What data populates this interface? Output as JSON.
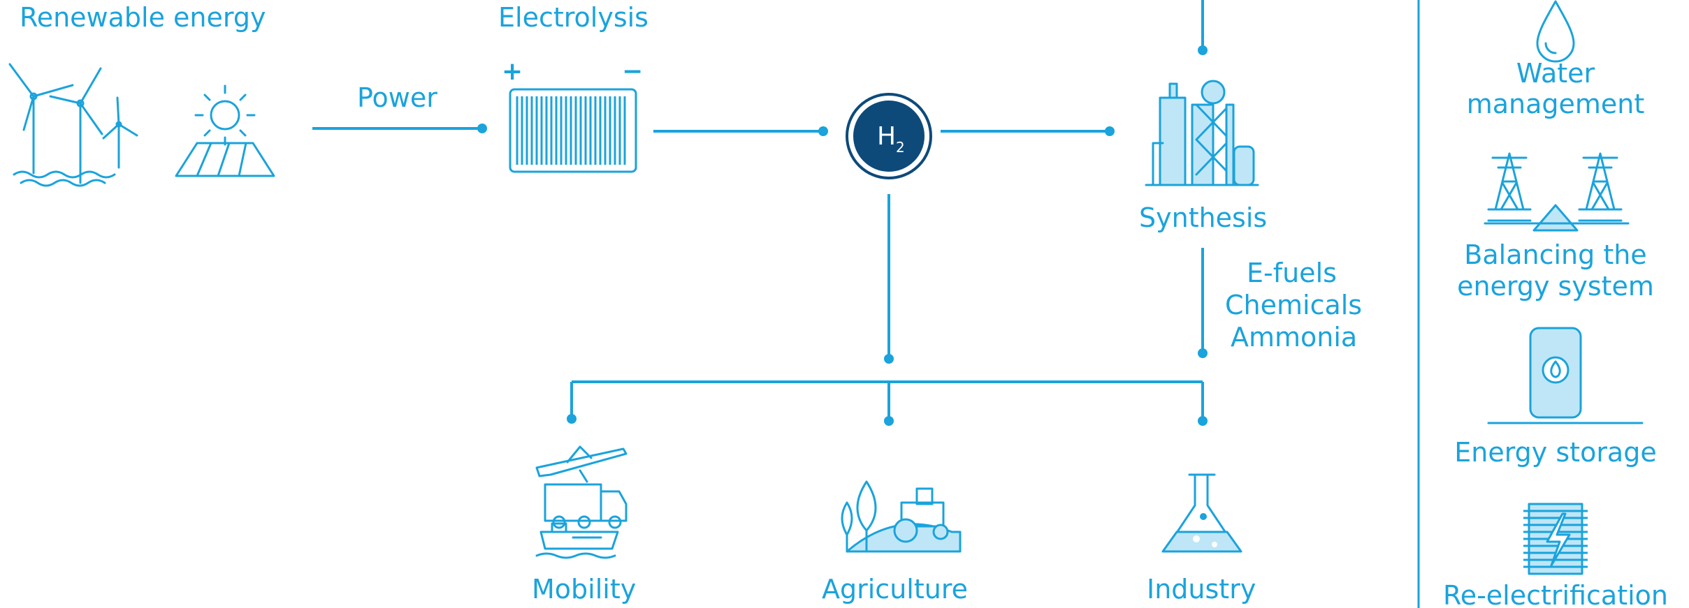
{
  "labels": {
    "renewable": "Renewable energy",
    "electrolysis": "Electrolysis",
    "power": "Power",
    "h2_main": "H",
    "h2_sub": "2",
    "synthesis": "Synthesis",
    "efuels": "E-fuels",
    "chemicals": "Chemicals",
    "ammonia": "Ammonia",
    "mobility": "Mobility",
    "agriculture": "Agriculture",
    "industry": "Industry",
    "plus": "+",
    "minus": "−"
  },
  "sidebar": {
    "water_1": "Water",
    "water_2": "management",
    "balancing_1": "Balancing the",
    "balancing_2": "energy system",
    "storage": "Energy storage",
    "reelectrification": "Re-electrification"
  },
  "colors": {
    "accent": "#1aa3dc",
    "accent_light": "#bfe6f6",
    "hydrogen_circle": "#0d4a7a"
  }
}
